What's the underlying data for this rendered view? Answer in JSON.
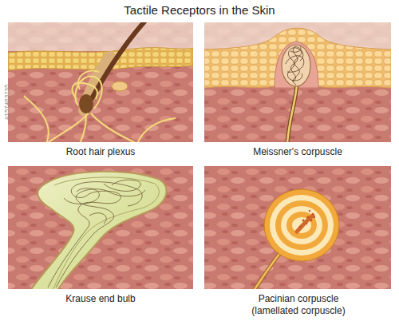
{
  "diagram": {
    "title": "Tactile Receptors in the Skin",
    "labels": [
      "Root hair plexus",
      "Meissner's corpuscle",
      "Krause end bulb",
      "Pacinian corpuscle (lamellated corpuscle)",
      "#157463235"
    ]
  }
}
